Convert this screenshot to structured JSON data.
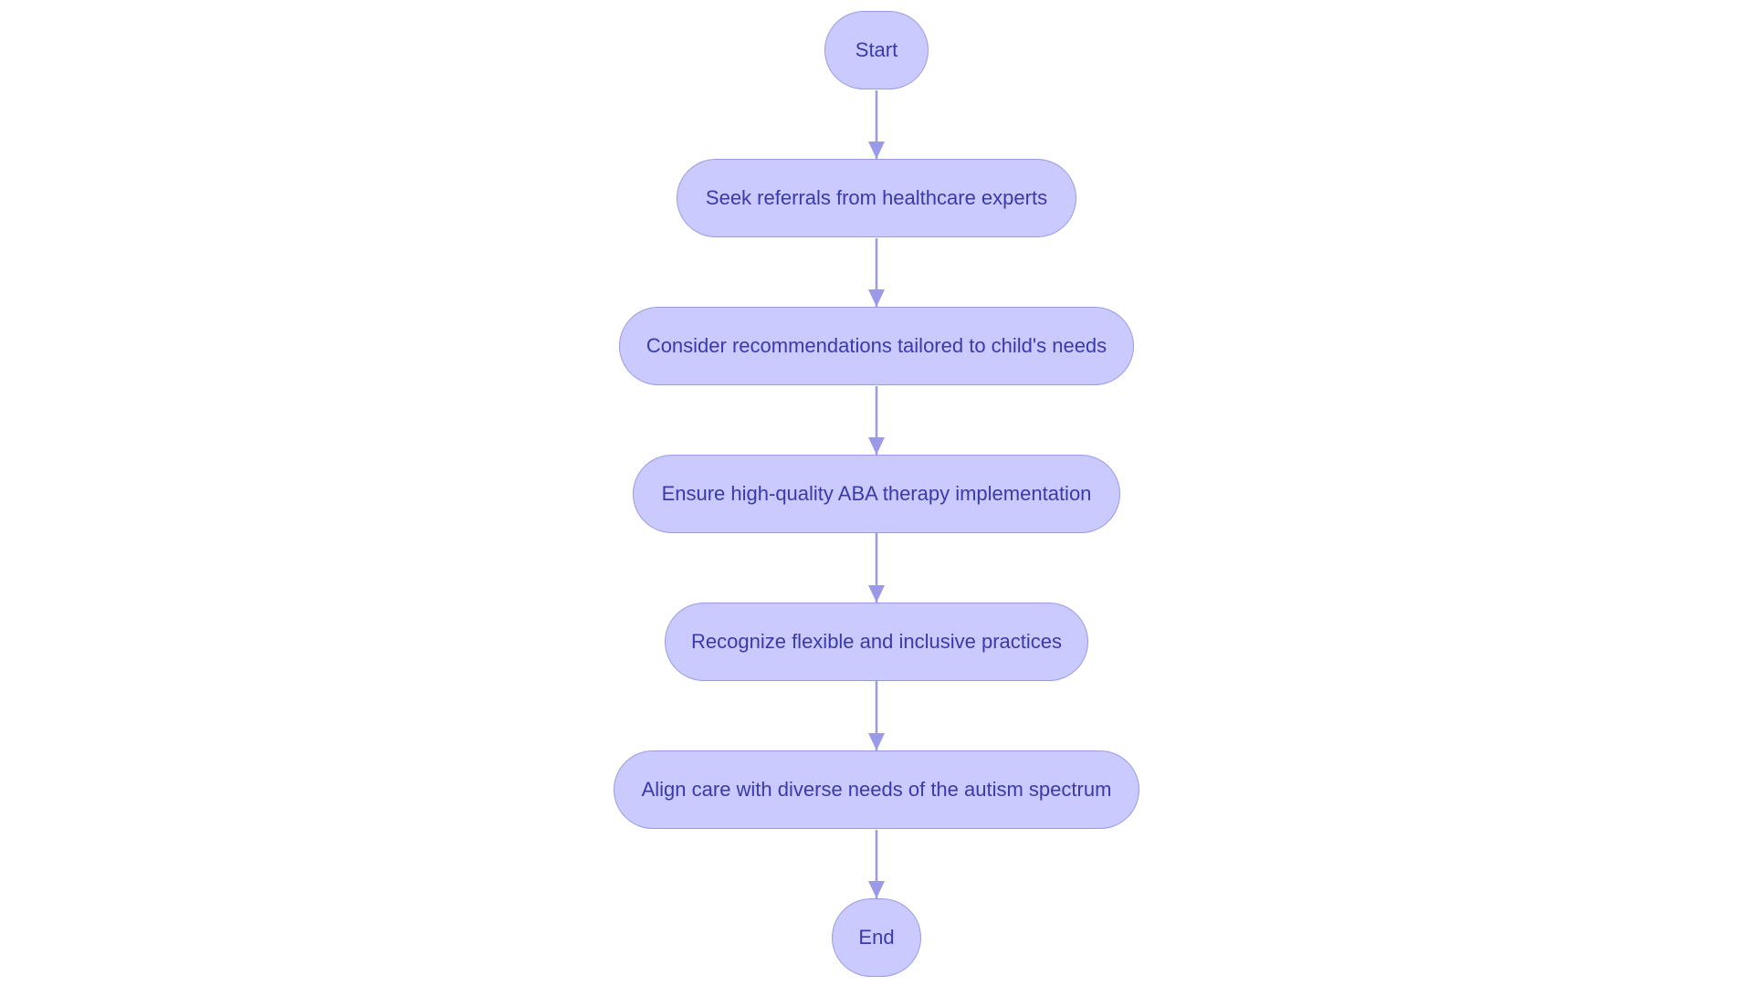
{
  "flowchart": {
    "nodes": [
      {
        "id": "start",
        "label": "Start"
      },
      {
        "id": "seek",
        "label": "Seek referrals from healthcare experts"
      },
      {
        "id": "consider",
        "label": "Consider recommendations tailored to child's needs"
      },
      {
        "id": "ensure",
        "label": "Ensure high-quality ABA therapy implementation"
      },
      {
        "id": "recognize",
        "label": "Recognize flexible and inclusive practices"
      },
      {
        "id": "align",
        "label": "Align care with diverse needs of the autism spectrum"
      },
      {
        "id": "end",
        "label": "End"
      }
    ],
    "edges": [
      {
        "from": "start",
        "to": "seek"
      },
      {
        "from": "seek",
        "to": "consider"
      },
      {
        "from": "consider",
        "to": "ensure"
      },
      {
        "from": "ensure",
        "to": "recognize"
      },
      {
        "from": "recognize",
        "to": "align"
      },
      {
        "from": "align",
        "to": "end"
      }
    ]
  },
  "colors": {
    "node_fill": "#cacaff",
    "node_border": "#9a9ae8",
    "text": "#3a3aa8",
    "edge": "#9a9ae8"
  }
}
